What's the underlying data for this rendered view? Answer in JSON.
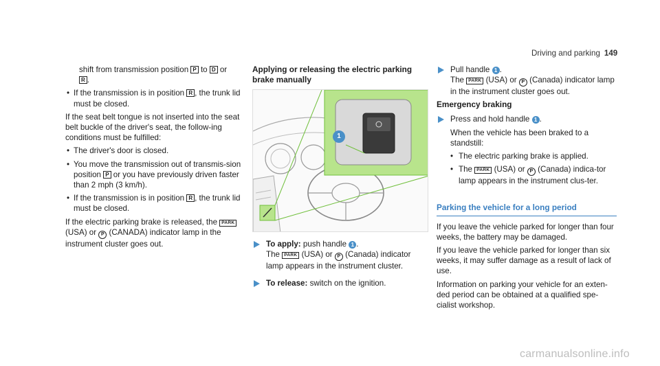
{
  "header": {
    "title": "Driving and parking",
    "page": "149"
  },
  "col1": {
    "lead": [
      "shift from transmission position ",
      " to ",
      " or ",
      "."
    ],
    "lead_syms": [
      "P",
      "D",
      "R"
    ],
    "bullet1": [
      "If the transmission is in position ",
      ", the trunk lid must be closed."
    ],
    "bullet1_sym": "R",
    "para1": "If the seat belt tongue is not inserted into the seat belt buckle of the driver's seat, the follow-ing conditions must be fulfilled:",
    "bullet2": "The driver's door is closed.",
    "bullet3": [
      "You move the transmission out of transmis-sion position ",
      " or you have previously driven faster than 2 mph (3 km/h)."
    ],
    "bullet3_sym": "P",
    "bullet4": [
      "If the transmission is in position ",
      ", the trunk lid must be closed."
    ],
    "bullet4_sym": "R",
    "para2": [
      "If the electric parking brake is released, the ",
      " (USA) or ",
      " (CANADA) indicator lamp in the instrument cluster goes out."
    ],
    "park_label": "PARK",
    "ring_label": "P"
  },
  "col2": {
    "heading": "Applying or releasing the electric parking brake manually",
    "callout": "1",
    "step1_label": "To apply:",
    "step1_text": " push handle ",
    "step1_text2": ".",
    "step1_line2": [
      "The ",
      " (USA) or ",
      " (Canada) indicator lamp appears in the instrument cluster."
    ],
    "step2_label": "To release:",
    "step2_text": " switch on the ignition."
  },
  "col3": {
    "step1": [
      "Pull handle ",
      "."
    ],
    "step1_line2": [
      "The ",
      " (USA) or ",
      " (Canada) indicator lamp in the instrument cluster goes out."
    ],
    "subheading": "Emergency braking",
    "step2": [
      "Press and hold handle ",
      "."
    ],
    "step2_line2": "When the vehicle has been braked to a standstill:",
    "bullet1": "The electric parking brake is applied.",
    "bullet2": [
      "The ",
      " (USA) or ",
      " (Canada) indica-tor lamp appears in the instrument clus-ter."
    ],
    "section": "Parking the vehicle for a long period",
    "para1": "If you leave the vehicle parked for longer than four weeks, the battery may be damaged.",
    "para2": "If you leave the vehicle parked for longer than six weeks, it may suffer damage as a result of lack of use.",
    "para3": "Information on parking your vehicle for an exten-ded period can be obtained at a qualified spe-cialist workshop."
  },
  "watermark": "carmanualsonline.info"
}
